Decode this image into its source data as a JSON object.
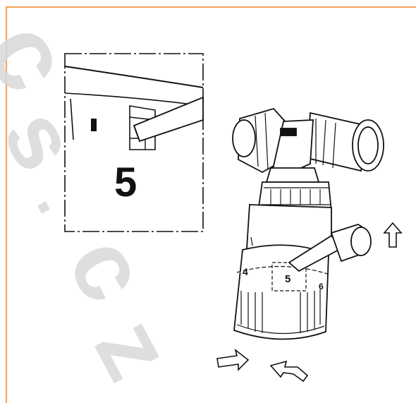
{
  "watermark": {
    "text": "cs.cz",
    "color": "#d9d9d9"
  },
  "frame": {
    "border_color": "#f2a15a"
  },
  "detail_view": {
    "setting_number": "5"
  },
  "valve": {
    "dial_numbers": [
      "4",
      "5",
      "6"
    ]
  },
  "icons": {
    "up_arrow": "arrow-up-icon",
    "rotate_arrows": "rotate-arrows-icon"
  }
}
